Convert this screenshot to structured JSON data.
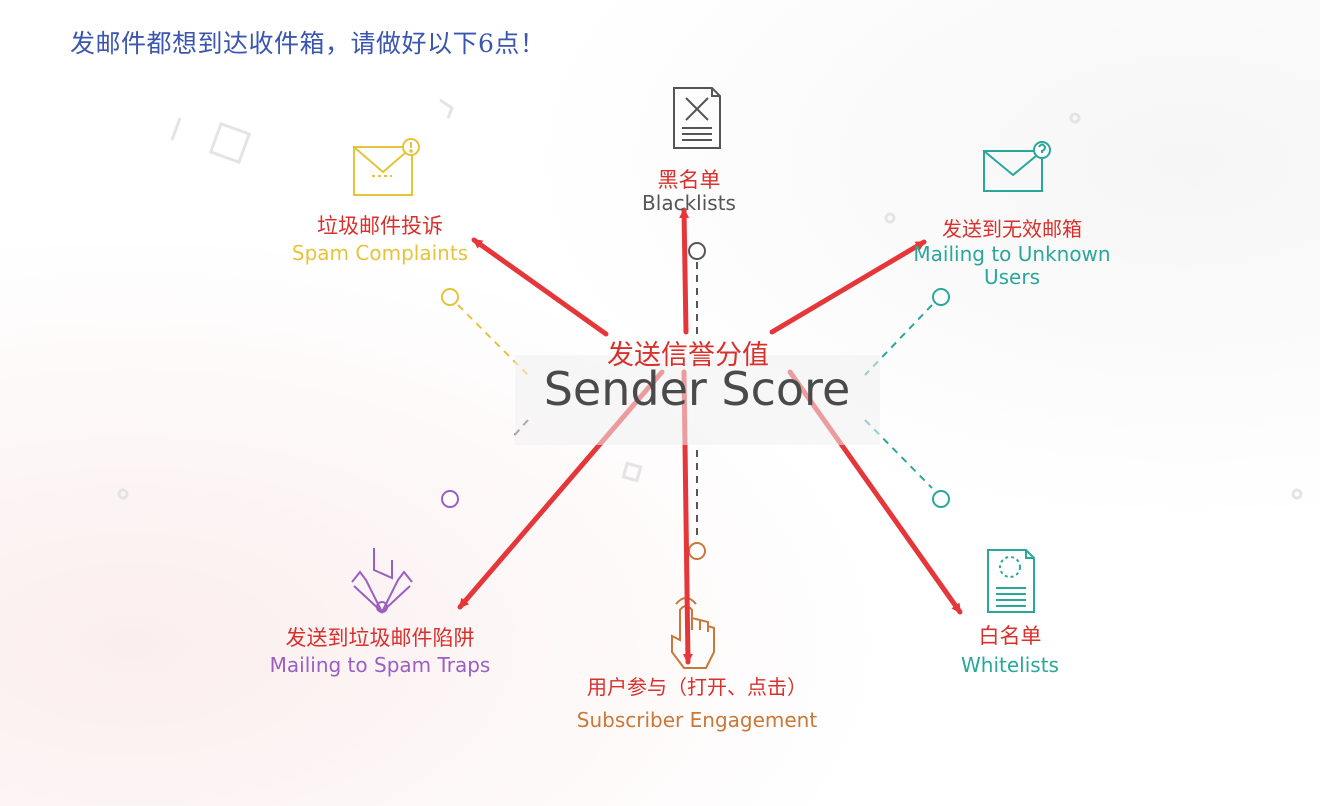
{
  "headline": "发邮件都想到达收件箱，请做好以下6点！",
  "center": {
    "english": "Sender Score",
    "chinese": "发送信誉分值"
  },
  "factors": [
    {
      "key": "blacklists",
      "chinese": "黑名单",
      "english": "Blacklists",
      "color": "#555555",
      "icon": "blacklist-document-icon"
    },
    {
      "key": "spam-complaints",
      "chinese": "垃圾邮件投诉",
      "english": "Spam Complaints",
      "color": "#e5c33a",
      "icon": "envelope-alert-icon"
    },
    {
      "key": "unknown-users",
      "chinese": "发送到无效邮箱",
      "english": "Mailing to Unknown Users",
      "color": "#2aa79b",
      "icon": "envelope-question-icon"
    },
    {
      "key": "spam-traps",
      "chinese": "发送到垃圾邮件陷阱",
      "english": "Mailing to Spam Traps",
      "color": "#9b5fc0",
      "icon": "spam-trap-icon"
    },
    {
      "key": "engagement",
      "chinese": "用户参与（打开、点击）",
      "english": "Subscriber Engagement",
      "color": "#c97838",
      "icon": "tap-hand-icon"
    },
    {
      "key": "whitelists",
      "chinese": "白名单",
      "english": "Whitelists",
      "color": "#2aa79b",
      "icon": "whitelist-document-icon"
    }
  ],
  "colors": {
    "arrow": "#e5373a",
    "headline": "#3b56b0",
    "chinese_label": "#d9302c"
  }
}
